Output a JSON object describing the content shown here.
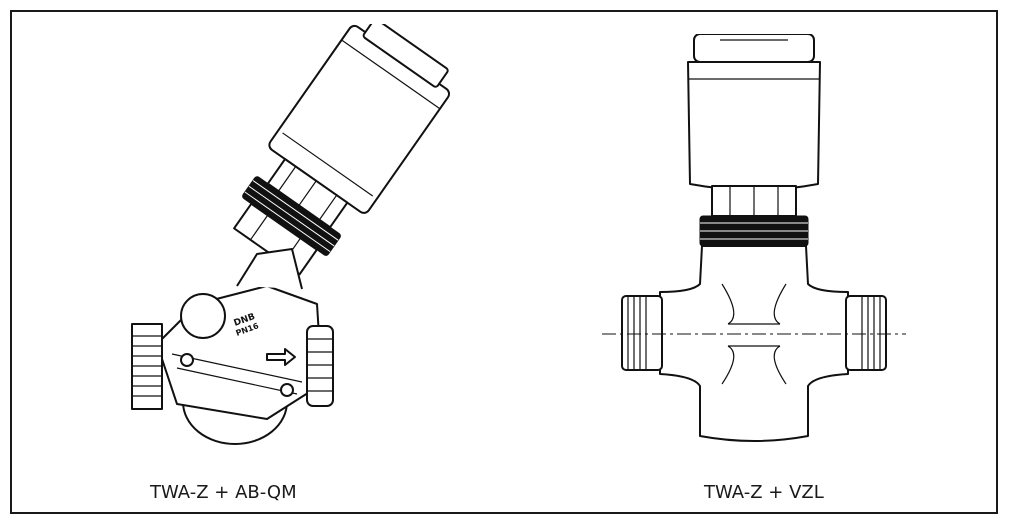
{
  "captions": {
    "left": "TWA-Z + AB-QM",
    "right": "TWA-Z + VZL"
  },
  "valve_marking": {
    "line1": "DNB",
    "line2": "PN16"
  }
}
